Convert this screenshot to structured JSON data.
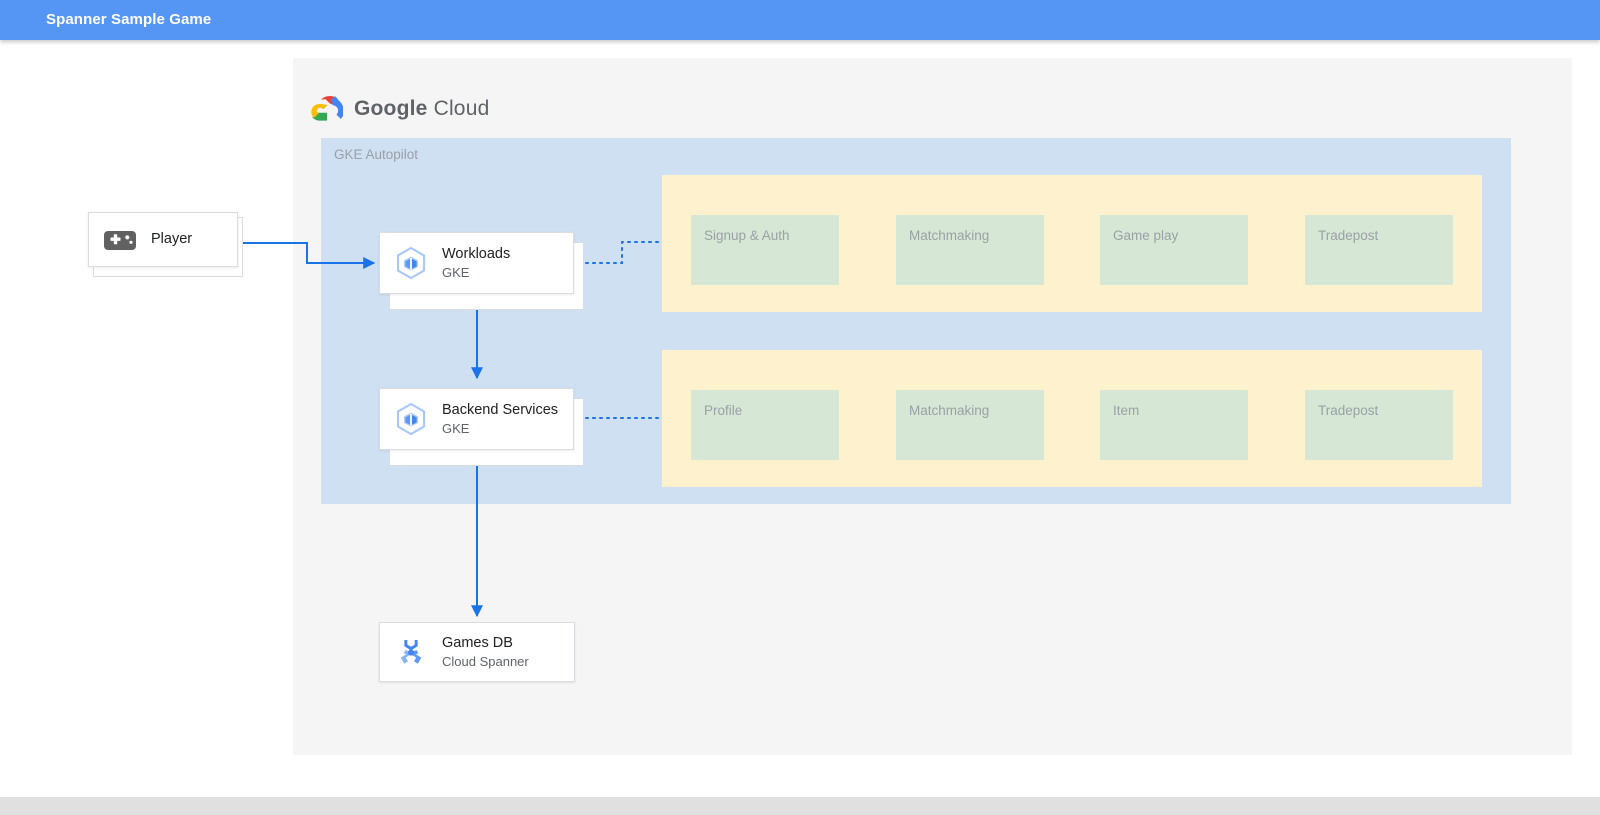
{
  "appbar": {
    "title": "Spanner Sample Game"
  },
  "branding": {
    "logo_icon": "google-cloud-logo-icon",
    "wordmark_bold": "Google",
    "wordmark_light": "Cloud"
  },
  "diagram": {
    "gke_container_label": "GKE Autopilot",
    "nodes": [
      {
        "id": "player",
        "icon": "gamepad-icon",
        "title": "Player",
        "subtitle": ""
      },
      {
        "id": "workloads",
        "icon": "gke-hexagon-icon",
        "title": "Workloads",
        "subtitle": "GKE"
      },
      {
        "id": "backend-services",
        "icon": "gke-hexagon-icon",
        "title": "Backend Services",
        "subtitle": "GKE"
      },
      {
        "id": "games-db",
        "icon": "cloud-spanner-icon",
        "title": "Games DB",
        "subtitle": "Cloud Spanner"
      }
    ],
    "service_groups": [
      {
        "id": "frontend-services",
        "boxes": [
          "Signup & Auth",
          "Matchmaking",
          "Game play",
          "Tradepost"
        ]
      },
      {
        "id": "backend-services-group",
        "boxes": [
          "Profile",
          "Matchmaking",
          "Item",
          "Tradepost"
        ]
      }
    ]
  },
  "colors": {
    "appbar": "#5596F5",
    "canvas": "#f5f5f5",
    "gke_container": "#CFE0F3",
    "service_group": "#FEF1CE",
    "service_box": "#D6E8D5",
    "edge": "#1A73E8",
    "muted_text": "#9AA0A6",
    "bottom_strip": "#E0E0E0"
  }
}
